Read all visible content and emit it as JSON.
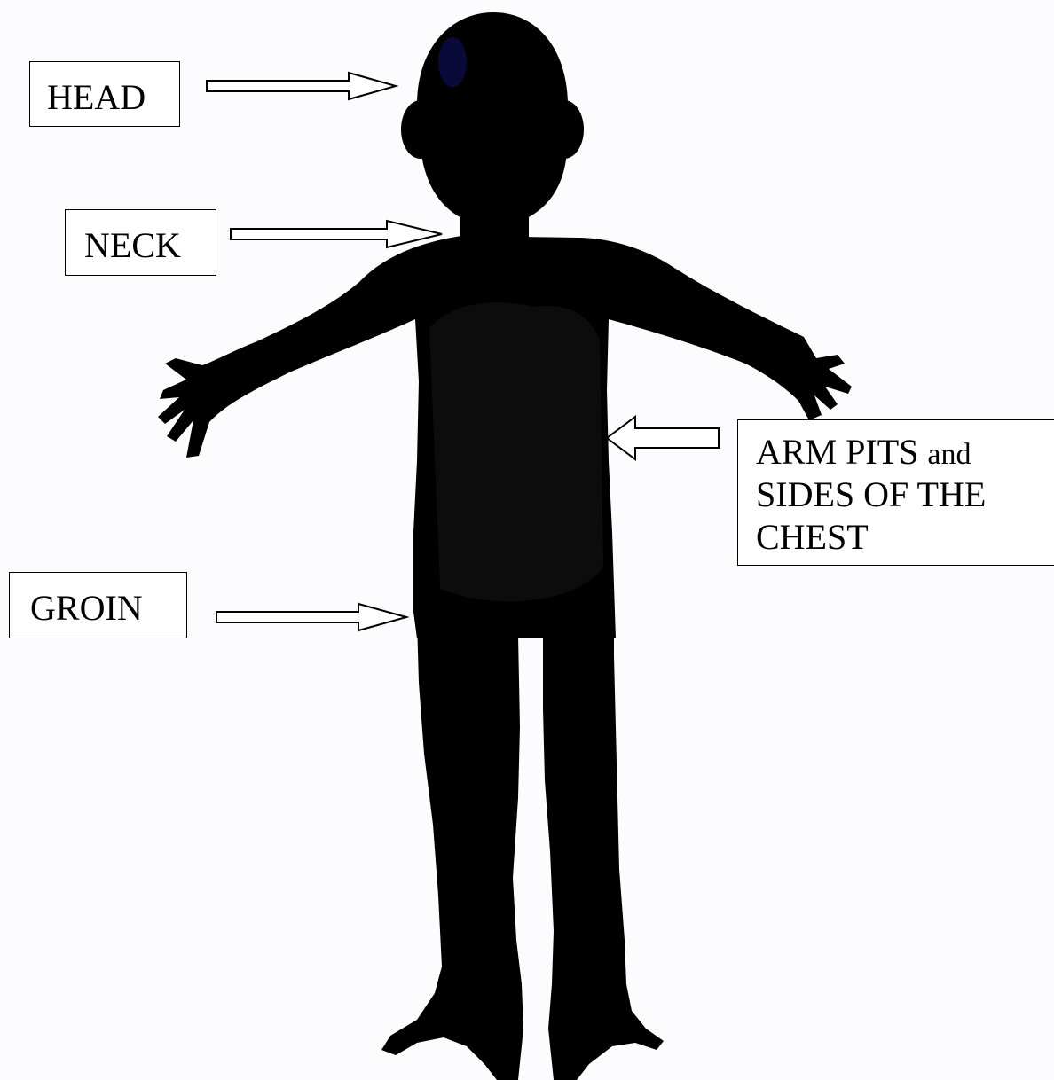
{
  "labels": {
    "head": "HEAD",
    "neck": "NECK",
    "groin": "GROIN",
    "armpits": {
      "line1_a": "ARM PITS",
      "line1_b": "and",
      "line2": "SIDES OF THE",
      "line3": "CHEST"
    }
  },
  "colors": {
    "background": "#fcfbfe",
    "silhouette": "#000000",
    "arrow_fill": "#ffffff",
    "arrow_stroke": "#000000",
    "hair_tint": "#0a0a3a"
  }
}
